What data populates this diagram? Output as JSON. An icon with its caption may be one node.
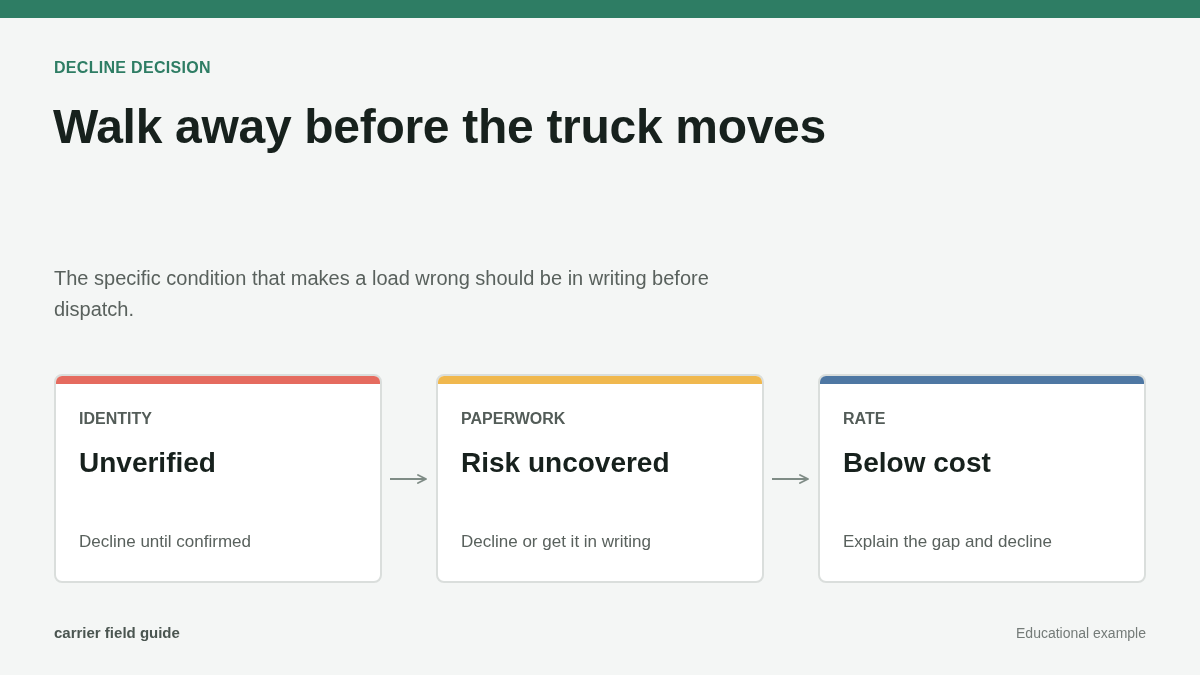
{
  "diagram": {
    "title": "Walk away before the truck moves",
    "nodes": [
      {
        "text": [
          "IDENTITY",
          "Unverified",
          "Decline until confirmed"
        ]
      },
      {
        "text": [
          "PAPERWORK",
          "Risk uncovered",
          "Decline or get it in writing"
        ]
      },
      {
        "text": [
          "RATE",
          "Below cost",
          "Explain the gap and decline"
        ]
      }
    ],
    "edges": [
      {
        "from": 0,
        "to": 1,
        "arrow": "to"
      },
      {
        "from": 1,
        "to": 2,
        "arrow": "to"
      }
    ],
    "labels": [
      "DECLINE DECISION",
      "The specific condition that makes a load wrong should be in writing before dispatch.",
      "carrier field guide",
      "Educational example"
    ]
  }
}
